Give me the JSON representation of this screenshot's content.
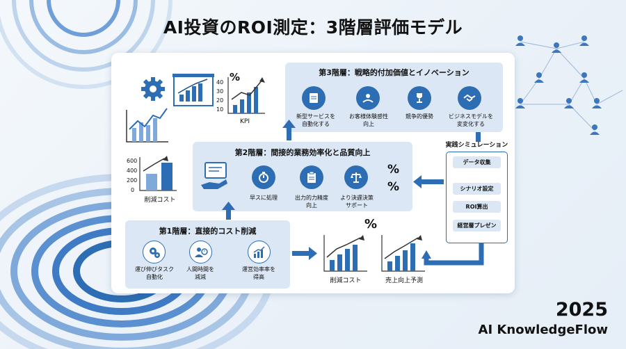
{
  "title": "AI投資のROI測定：3階層評価モデル",
  "level3": {
    "title": "第3階層：戦略的付加価値とイノベーション",
    "items": [
      {
        "label": "新型サービスを\n自動化する",
        "icon": "document-icon"
      },
      {
        "label": "お客様体験感性\n向上",
        "icon": "customer-hand-icon"
      },
      {
        "label": "競争的優勢",
        "icon": "trophy-icon"
      },
      {
        "label": "ビジネスモデルを\n変変化する",
        "icon": "handshake-icon"
      }
    ]
  },
  "level2": {
    "title": "第2階層：間接的業務効率化と品質向上",
    "items": [
      {
        "label": "早スに処理",
        "icon": "stopwatch-icon"
      },
      {
        "label": "出力的力精度\n向上",
        "icon": "clipboard-icon"
      },
      {
        "label": "より決遅決策\nサポート",
        "icon": "scale-icon"
      }
    ]
  },
  "level1": {
    "title": "第1階層：直接的コスト削減",
    "items": [
      {
        "label": "運び伸びタスク\n自動化",
        "icon": "gears-icon"
      },
      {
        "label": "人間時間を\n減減",
        "icon": "person-clock-icon"
      },
      {
        "label": "運営効率率を\n得高",
        "icon": "growth-chart-icon"
      }
    ]
  },
  "top_kpi_chart": {
    "label": "KPI",
    "y_ticks": [
      "40",
      "30",
      "20",
      "10"
    ],
    "percent_symbol": "%"
  },
  "cost_chart": {
    "label": "削減コスト",
    "y_ticks": [
      "600",
      "400",
      "200",
      "0"
    ]
  },
  "bottom_charts": {
    "cost_label": "削減コスト",
    "sales_label": "売上向上予測",
    "percent_symbol": "%"
  },
  "mid_percent": [
    "%",
    "%"
  ],
  "simulation": {
    "title": "実践シミュレーション",
    "steps": [
      "データ収集",
      "シナリオ設定",
      "ROI算出",
      "経営層プレゼン"
    ]
  },
  "footer": {
    "year": "2025",
    "brand": "AI KnowledgeFlow"
  },
  "colors": {
    "accent": "#2d6db3",
    "panel": "#dbe7f4",
    "dark": "#111111"
  }
}
